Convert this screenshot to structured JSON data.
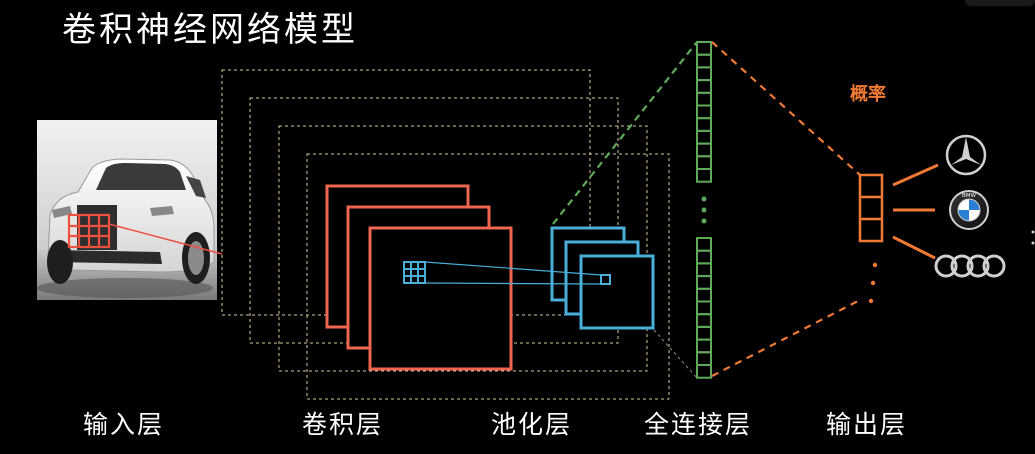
{
  "title": "卷积神经网络模型",
  "probability_label": "概率",
  "layers": {
    "input": "输入层",
    "conv": "卷积层",
    "pool": "池化层",
    "fc": "全连接层",
    "output": "输出层"
  },
  "colors": {
    "conv": "#ee6650",
    "pool": "#4aafd8",
    "fc": "#5fa95a",
    "output": "#f07a35",
    "frame": "#d9c99a",
    "text": "#ffffff"
  },
  "logos": [
    "mercedes-benz-logo",
    "bmw-logo",
    "audi-logo"
  ]
}
